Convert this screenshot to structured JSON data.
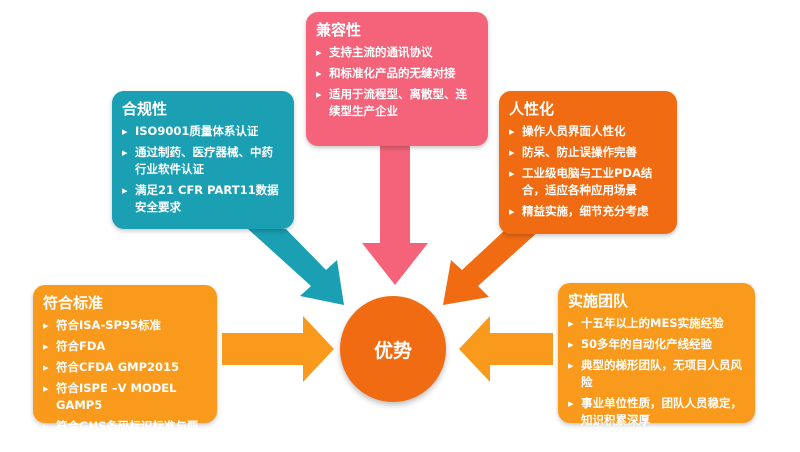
{
  "center": {
    "label": "优势"
  },
  "boxes": {
    "compat": {
      "title": "兼容性",
      "items": [
        "支持主流的通讯协议",
        "和标准化产品的无缝对接",
        "适用于流程型、离散型、连续型生产企业"
      ]
    },
    "compliance": {
      "title": "合规性",
      "items": [
        "ISO9001质量体系认证",
        "通过制药、医疗器械、中药行业软件认证",
        "满足21 CFR PART11数据安全要求"
      ]
    },
    "human": {
      "title": "人性化",
      "items": [
        "操作人员界面人性化",
        "防呆、防止误操作完善",
        "工业级电脑与工业PDA结合，适应各种应用场景",
        "精益实施，细节充分考虑"
      ]
    },
    "standard": {
      "title": "符合标准",
      "items": [
        "符合ISA-SP95标准",
        "符合FDA",
        "符合CFDA GMP2015",
        "符合ISPE –V MODEL GAMP5",
        "符合GHS条码标识标准与要求"
      ]
    },
    "team": {
      "title": "实施团队",
      "items": [
        "十五年以上的MES实施经验",
        "50多年的自动化产线经验",
        "典型的梯形团队，无项目人员风险",
        "事业单位性质，团队人员稳定，知识积累深厚"
      ]
    }
  },
  "colors": {
    "compat": "#f4637a",
    "compliance": "#1a9fb3",
    "human": "#f06b12",
    "standard": "#f99a1c",
    "team": "#f99a1c",
    "center": "#f06b12"
  }
}
